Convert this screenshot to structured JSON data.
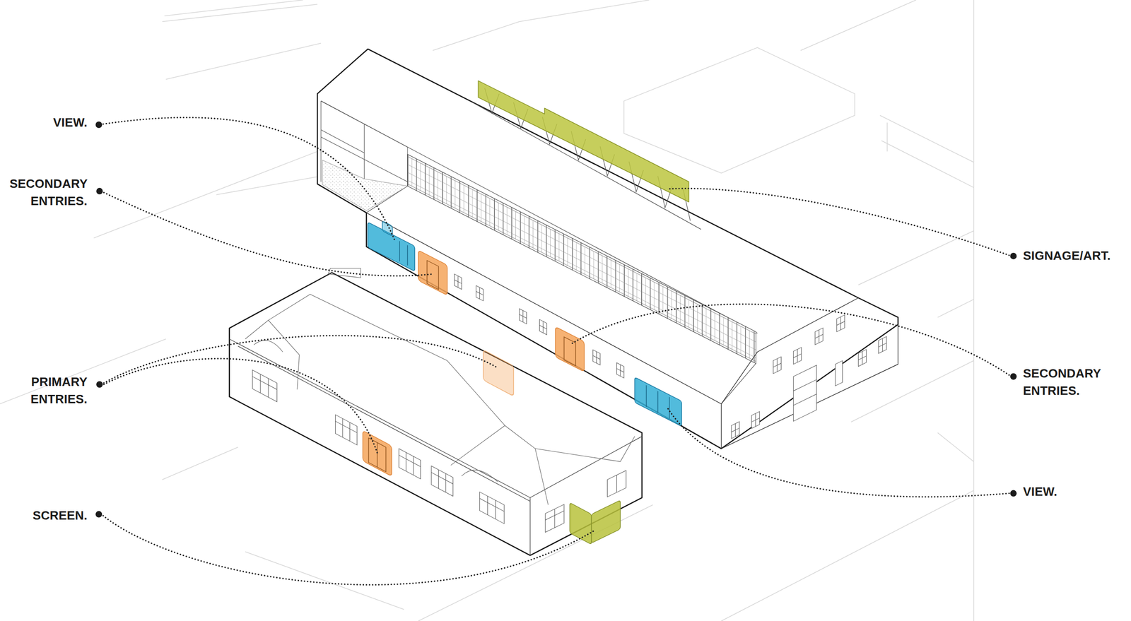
{
  "diagram": {
    "labels": [
      "VIEW.",
      "SECONDARY ENTRIES.",
      "PRIMARY ENTRIES.",
      "SCREEN.",
      "SIGNAGE/ART.",
      "SECONDARY ENTRIES.",
      "VIEW."
    ]
  }
}
